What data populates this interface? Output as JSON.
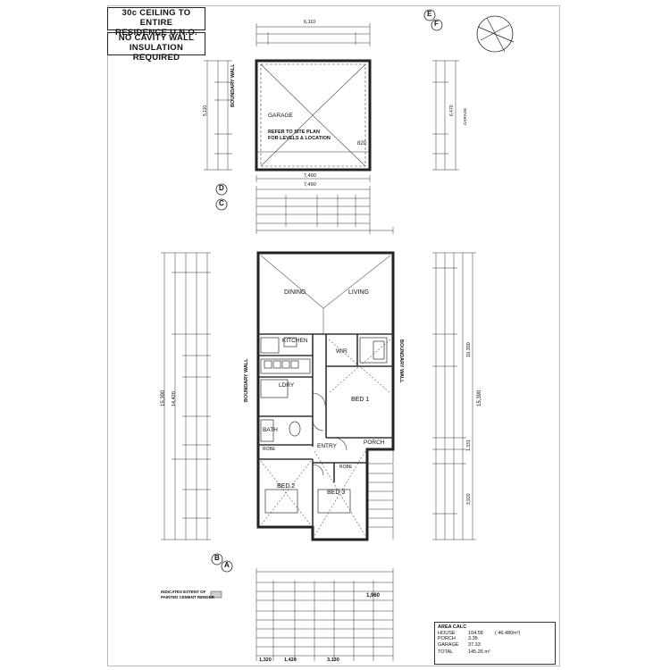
{
  "notes": {
    "ceiling": [
      "30c CEILING TO ENTIRE",
      "RESIDENCE U.N.O."
    ],
    "insulation": [
      "NO CAVITY WALL",
      "INSULATION REQUIRED"
    ]
  },
  "elevation_markers": {
    "top": [
      "E",
      "F"
    ],
    "upper_left": [
      "D",
      "C"
    ],
    "lower_left": [
      "B",
      "A"
    ]
  },
  "rooms": {
    "garage": "GARAGE",
    "dining": "DINING",
    "living": "LIVING",
    "kitchen": "KITCHEN",
    "wir": "WIR",
    "ldry": "LDRY",
    "bed1": "BED 1",
    "bath": "BATH",
    "entry": "ENTRY",
    "porch": "PORCH",
    "bed2": "BED 2",
    "bed3": "BED 3"
  },
  "garage_notes": {
    "refer": [
      "REFER TO SITE PLAN",
      "FOR LEVELS & LOCATION"
    ],
    "rl": "820"
  },
  "labels": {
    "boundary_wall_left": "BOUNDARY WALL",
    "boundary_wall_right": "BOUNDARY WALL",
    "robe_left": "ROBE",
    "robe_right": "ROBE",
    "garage_side": "GARAGE"
  },
  "dimensions": {
    "top_garage": "6,110",
    "garage_width": "7,490",
    "upper_width": "7,490",
    "house_total_left": "15,390",
    "house_inner_left": "14,420",
    "house_total_right": "15,390",
    "house_depth_right": "10,350",
    "garage_depth": "5,110",
    "garage_width_right": "6,470",
    "bottom_total": "1,960",
    "bottom_a": "1,320",
    "bottom_b": "1,420",
    "bottom_c": "3,130",
    "porch_depth": "3,920",
    "porch_side": "1,331"
  },
  "area_calc": {
    "title": "AREA CALC",
    "rows": [
      {
        "label": "HOUSE",
        "value": "104.58",
        "extra": "( 46.480m²)"
      },
      {
        "label": "PORCH",
        "value": "3.35",
        "extra": ""
      },
      {
        "label": "GARAGE",
        "value": "37.33",
        "extra": ""
      },
      {
        "label": "TOTAL",
        "value": "145.26 m²",
        "extra": ""
      }
    ]
  },
  "footnote": [
    "INDICATES EXTENT OF",
    "PAINTED CEMENT RENDER"
  ]
}
